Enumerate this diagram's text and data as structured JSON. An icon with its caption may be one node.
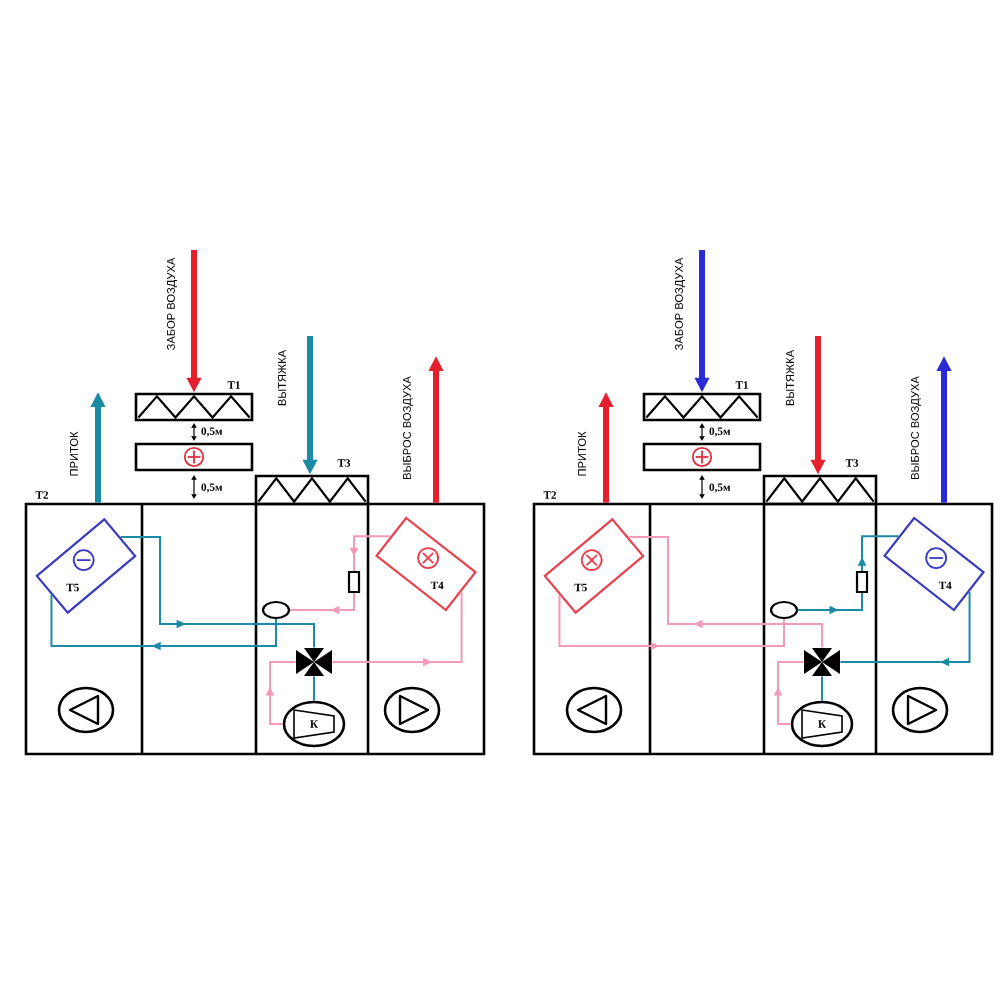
{
  "diagram": {
    "nodes": [
      {
        "text": [
          "Т1"
        ]
      },
      {
        "text": [],
        "shape": "box"
      },
      {
        "text": [
          "Т3"
        ]
      },
      {
        "text": [
          "Т2"
        ]
      },
      {
        "text": [
          "Т5"
        ],
        "in": 3
      },
      {
        "text": [
          "Т4"
        ],
        "in": 3
      },
      {
        "text": [],
        "shape": "box",
        "in": 3
      },
      {
        "text": [],
        "shape": "ellipse",
        "in": 3
      },
      {
        "text": [],
        "shape": "valve",
        "in": 3
      },
      {
        "text": [
          "К"
        ],
        "in": 3
      },
      {
        "text": [],
        "shape": "circle",
        "in": 3
      },
      {
        "text": [],
        "shape": "circle",
        "in": 3
      },
      {
        "text": [
          "Т1"
        ]
      },
      {
        "text": [],
        "shape": "box"
      },
      {
        "text": [
          "Т3"
        ]
      },
      {
        "text": [
          "Т2"
        ]
      },
      {
        "text": [
          "Т5"
        ],
        "in": 15
      },
      {
        "text": [
          "Т4"
        ],
        "in": 15
      },
      {
        "text": [],
        "shape": "box",
        "in": 15
      },
      {
        "text": [],
        "shape": "ellipse",
        "in": 15
      },
      {
        "text": [],
        "shape": "valve",
        "in": 15
      },
      {
        "text": [
          "К"
        ],
        "in": 15
      },
      {
        "text": [],
        "shape": "circle",
        "in": 15
      },
      {
        "text": [],
        "shape": "circle",
        "in": 15
      }
    ],
    "edges": [
      {
        "from": null,
        "to": 0,
        "arrow": "to",
        "label": "ЗАБОР ВОЗДУХА",
        "style": "thick",
        "color": "#e3202c"
      },
      {
        "from": 3,
        "to": null,
        "arrow": "to",
        "label": "ПРИТОК",
        "style": "thick",
        "color": "#1b8aa5"
      },
      {
        "from": null,
        "to": 2,
        "arrow": "to",
        "label": "ВЫТЯЖКА",
        "style": "thick",
        "color": "#1b8aa5"
      },
      {
        "from": 3,
        "to": null,
        "arrow": "to",
        "label": "ВЫБРОС ВОЗДУХА",
        "style": "thick",
        "color": "#e3202c"
      },
      {
        "from": 4,
        "to": 8,
        "arrow": "to",
        "color": "#1b8aa5"
      },
      {
        "from": 7,
        "to": 4,
        "arrow": "to",
        "color": "#1b8aa5"
      },
      {
        "from": 8,
        "to": 9,
        "arrow": "none",
        "color": "#1b8aa5"
      },
      {
        "from": 9,
        "to": 8,
        "arrow": "to",
        "color": "#f39ab8"
      },
      {
        "from": 8,
        "to": 5,
        "arrow": "to",
        "color": "#f39ab8"
      },
      {
        "from": 5,
        "to": 6,
        "arrow": "to",
        "color": "#f39ab8"
      },
      {
        "from": 6,
        "to": 7,
        "arrow": "to",
        "color": "#f39ab8"
      },
      {
        "from": null,
        "to": 12,
        "arrow": "to",
        "label": "ЗАБОР ВОЗДУХА",
        "style": "thick",
        "color": "#2b2bd6"
      },
      {
        "from": 15,
        "to": null,
        "arrow": "to",
        "label": "ПРИТОК",
        "style": "thick",
        "color": "#e3202c"
      },
      {
        "from": null,
        "to": 14,
        "arrow": "to",
        "label": "ВЫТЯЖКА",
        "style": "thick",
        "color": "#e3202c"
      },
      {
        "from": 15,
        "to": null,
        "arrow": "to",
        "label": "ВЫБРОС ВОЗДУХА",
        "style": "thick",
        "color": "#2b2bd6"
      },
      {
        "from": 20,
        "to": 16,
        "arrow": "to",
        "color": "#f39ab8"
      },
      {
        "from": 16,
        "to": 19,
        "arrow": "to",
        "color": "#f39ab8"
      },
      {
        "from": 20,
        "to": 21,
        "arrow": "none",
        "color": "#1b8aa5"
      },
      {
        "from": 21,
        "to": 20,
        "arrow": "to",
        "color": "#f39ab8"
      },
      {
        "from": 17,
        "to": 20,
        "arrow": "to",
        "color": "#1b8aa5"
      },
      {
        "from": 18,
        "to": 17,
        "arrow": "to",
        "color": "#1b8aa5"
      },
      {
        "from": 19,
        "to": 18,
        "arrow": "to",
        "color": "#1b8aa5"
      }
    ],
    "labels": [
      "0,5м",
      "0,5м",
      "0,5м",
      "0,5м"
    ]
  }
}
